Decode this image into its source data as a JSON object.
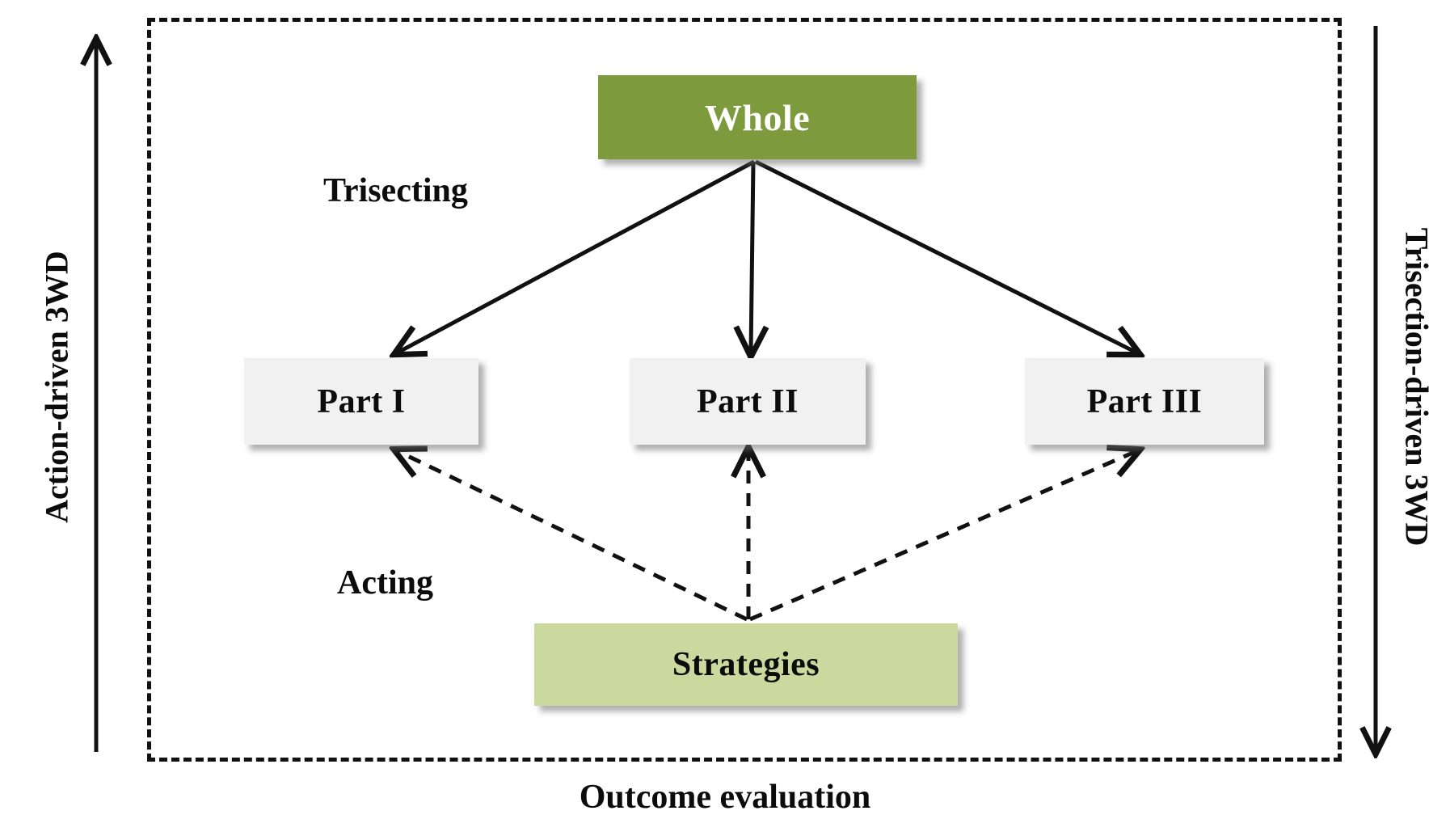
{
  "diagram": {
    "title": "Trisection-driven and Action-driven 3WD framework",
    "nodes": {
      "whole": {
        "label": "Whole",
        "color": "#7d9a3d",
        "text_color": "#ffffff"
      },
      "part1": {
        "label": "Part I",
        "color": "#f1f1f1",
        "text_color": "#0c0c0c"
      },
      "part2": {
        "label": "Part II",
        "color": "#f1f1f1",
        "text_color": "#0c0c0c"
      },
      "part3": {
        "label": "Part III",
        "color": "#f1f1f1",
        "text_color": "#0c0c0c"
      },
      "strategies": {
        "label": "Strategies",
        "color": "#ccd99e",
        "text_color": "#0c0c0c"
      }
    },
    "labels": {
      "trisecting": "Trisecting",
      "acting": "Acting",
      "outcome_evaluation": "Outcome evaluation",
      "left_axis": "Action-driven 3WD",
      "right_axis": "Trisection-driven 3WD"
    },
    "edges": [
      {
        "from": "whole",
        "to": "part1",
        "style": "solid",
        "direction": "down-left"
      },
      {
        "from": "whole",
        "to": "part2",
        "style": "solid",
        "direction": "down"
      },
      {
        "from": "whole",
        "to": "part3",
        "style": "solid",
        "direction": "down-right"
      },
      {
        "from": "strategies",
        "to": "part1",
        "style": "dashed",
        "direction": "up-left"
      },
      {
        "from": "strategies",
        "to": "part2",
        "style": "dashed",
        "direction": "up"
      },
      {
        "from": "strategies",
        "to": "part3",
        "style": "dashed",
        "direction": "up-right"
      }
    ],
    "axes": [
      {
        "name": "left-axis-arrow",
        "orientation": "vertical",
        "points": "up",
        "label": "Action-driven 3WD"
      },
      {
        "name": "right-axis-arrow",
        "orientation": "vertical",
        "points": "down",
        "label": "Trisection-driven 3WD"
      }
    ],
    "frame": {
      "style": "dashed",
      "color": "#111111"
    }
  }
}
